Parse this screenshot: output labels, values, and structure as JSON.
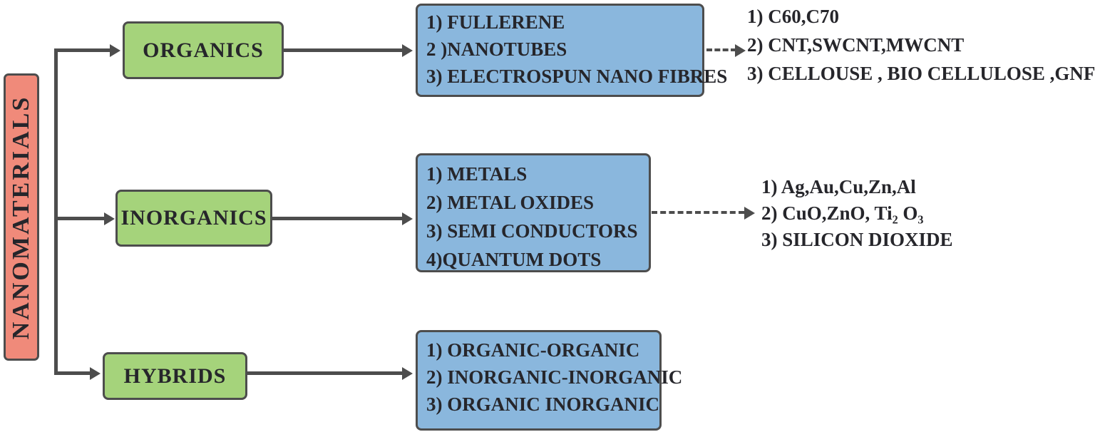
{
  "colors": {
    "category-fill": "#a5d37b",
    "types-fill": "#8ab7dd",
    "root-fill": "#f08a7a",
    "line": "#4d4d4d",
    "text": "#26262b"
  },
  "root": {
    "label": "NANOMATERIALS"
  },
  "branches": [
    {
      "category": "ORGANICS",
      "types": [
        "1) FULLERENE",
        "2 )NANOTUBES",
        "3) ELECTROSPUN NANO FIBRES"
      ],
      "examples": [
        "1) C60,C70",
        "2) CNT,SWCNT,MWCNT",
        "3) CELLOUSE , BIO CELLULOSE ,GNF"
      ]
    },
    {
      "category": "INORGANICS",
      "types": [
        "1) METALS",
        "2) METAL OXIDES",
        "3) SEMI CONDUCTORS",
        "4)QUANTUM DOTS"
      ],
      "examples": [
        "1) Ag,Au,Cu,Zn,Al",
        "2) CuO,ZnO, Ti₂ O₃",
        "3) SILICON DIOXIDE"
      ]
    },
    {
      "category": "HYBRIDS",
      "types": [
        "1) ORGANIC-ORGANIC",
        "2) INORGANIC-INORGANIC",
        "3) ORGANIC INORGANIC"
      ],
      "examples": []
    }
  ]
}
